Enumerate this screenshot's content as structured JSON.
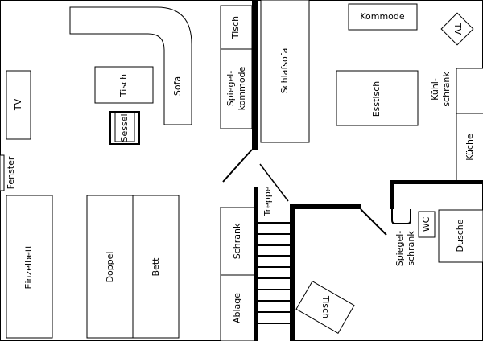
{
  "rooms": {
    "tv_left": "TV",
    "fenster": "Fenster",
    "einzelbett": "Einzelbett",
    "doppel": "Doppel",
    "bett": "Bett",
    "sofa": "Sofa",
    "tisch_small": "Tisch",
    "sessel": "Sessel",
    "tisch_top": "Tisch",
    "spiegelkommode_1": "Spiegel-",
    "spiegelkommode_2": "kommode",
    "schlafsofa": "Schlafsofa",
    "kommode": "Kommode",
    "tv_right": "TV",
    "esstisch": "Esstisch",
    "kuehlschrank_1": "Kühl-",
    "kuehlschrank_2": "schrank",
    "kueche": "Küche",
    "treppe": "Treppe",
    "schrank": "Schrank",
    "ablage": "Ablage",
    "tisch_bottom": "Tisch",
    "spiegelschrank_1": "Spiegel-",
    "spiegelschrank_2": "schrank",
    "wc": "WC",
    "dusche": "Dusche"
  }
}
